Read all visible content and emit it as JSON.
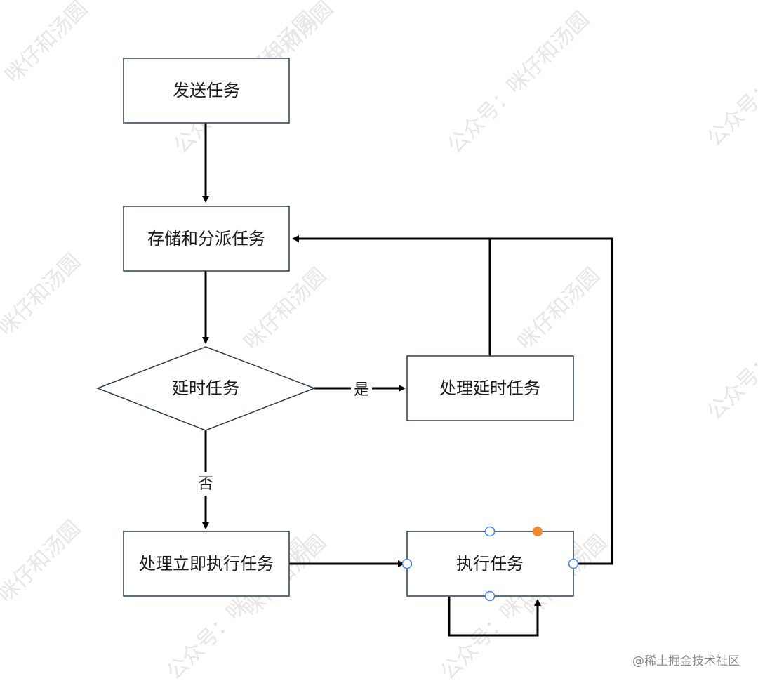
{
  "diagram": {
    "nodes": {
      "send_task": "发送任务",
      "store_dispatch": "存储和分派任务",
      "delayed_check": "延时任务",
      "handle_delayed": "处理延时任务",
      "handle_immediate": "处理立即执行任务",
      "execute_task": "执行任务"
    },
    "edge_labels": {
      "yes": "是",
      "no": "否"
    }
  },
  "watermarks": {
    "main": "咪仔和汤圆",
    "account": "公众号：咪仔和汤圆",
    "footer": "@稀土掘金技术社区"
  },
  "colors": {
    "node_border": "#2c3e50",
    "line": "#000000",
    "handle_blue": "#3b82f6",
    "handle_orange": "#f08a2c"
  }
}
